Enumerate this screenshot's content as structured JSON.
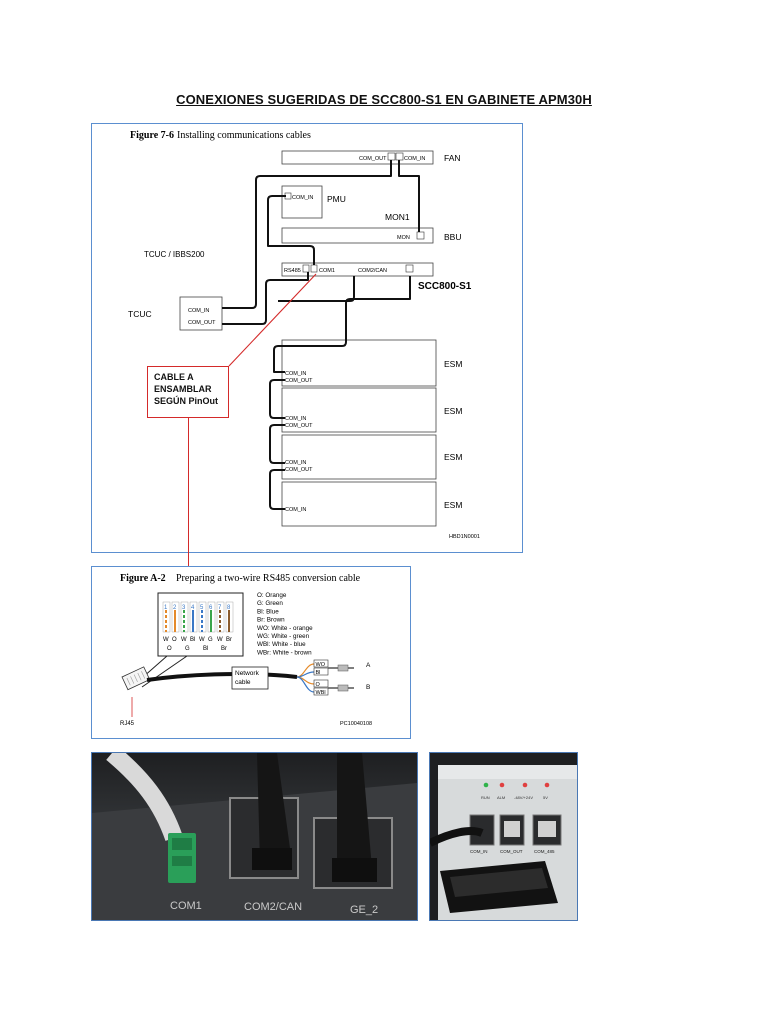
{
  "page": {
    "title": "CONEXIONES SUGERIDAS DE SCC800-S1 EN GABINETE APM30H"
  },
  "figure1": {
    "caption_num": "Figure 7-6",
    "caption_text": "Installing communications cables",
    "fan": {
      "label": "FAN",
      "port_out": "COM_OUT",
      "port_in": "COM_IN"
    },
    "pmu": {
      "label": "PMU",
      "port": "COM_IN"
    },
    "mon1": {
      "label": "MON1"
    },
    "bbu": {
      "label": "BBU",
      "port": "MON"
    },
    "tcuc_header": "TCUC / IBBS200",
    "tcuc": {
      "label": "TCUC",
      "port_in": "COM_IN",
      "port_out": "COM_OUT"
    },
    "scc": {
      "label": "SCC800-S1",
      "port_rs485": "RS485",
      "port_com1": "COM1",
      "port_com2": "COM2/CAN"
    },
    "esm": [
      {
        "label": "ESM",
        "port_in": "COM_IN",
        "port_out": "COM_OUT"
      },
      {
        "label": "ESM",
        "port_in": "COM_IN",
        "port_out": "COM_OUT"
      },
      {
        "label": "ESM",
        "port_in": "COM_IN",
        "port_out": "COM_OUT"
      },
      {
        "label": "ESM",
        "port_in": "COM_IN",
        "port_out": ""
      }
    ],
    "callout": {
      "line1": "CABLE A",
      "line2": "ENSAMBLAR",
      "line3": "SEGÚN PinOut"
    },
    "code": "HBD1N0001"
  },
  "figure2": {
    "caption_num": "Figure A-2",
    "caption_text": "Preparing a two-wire RS485 conversion cable",
    "pin_numbers": [
      "1",
      "2",
      "3",
      "4",
      "5",
      "6",
      "7",
      "8"
    ],
    "pin_colors_top": [
      "W",
      "O",
      "W",
      "Bl",
      "W",
      "G",
      "W",
      "Br"
    ],
    "pin_colors_bottom": [
      "O",
      "",
      "G",
      "",
      "Bl",
      "",
      "Br",
      ""
    ],
    "legend": [
      "O: Orange",
      "G: Green",
      "Bl: Blue",
      "Br: Brown",
      "WO: White - orange",
      "WG: White - green",
      "WBl: White - blue",
      "WBr: White - brown"
    ],
    "rj45_label": "RJ45",
    "network_cable_label": "Network\ncable",
    "wire_tags": [
      "WO",
      "Bl",
      "O",
      "WBl"
    ],
    "out_a": "A",
    "out_b": "B",
    "code": "PC10040108",
    "wire_palette": {
      "orange": "#e58a2a",
      "green": "#3aa54b",
      "blue": "#3a78c6",
      "brown": "#8a5a2b"
    }
  },
  "photo1": {
    "labels": [
      "COM1",
      "COM2/CAN",
      "GE_2"
    ]
  },
  "photo2": {
    "leds": [
      "RUN",
      "ALM",
      "-48V/+24V",
      "5V"
    ],
    "ports": [
      "COM_IN",
      "COM_OUT",
      "COM_485"
    ]
  },
  "colors": {
    "frame_blue": "#5b8fd0",
    "callout_red": "#d42a2a"
  }
}
